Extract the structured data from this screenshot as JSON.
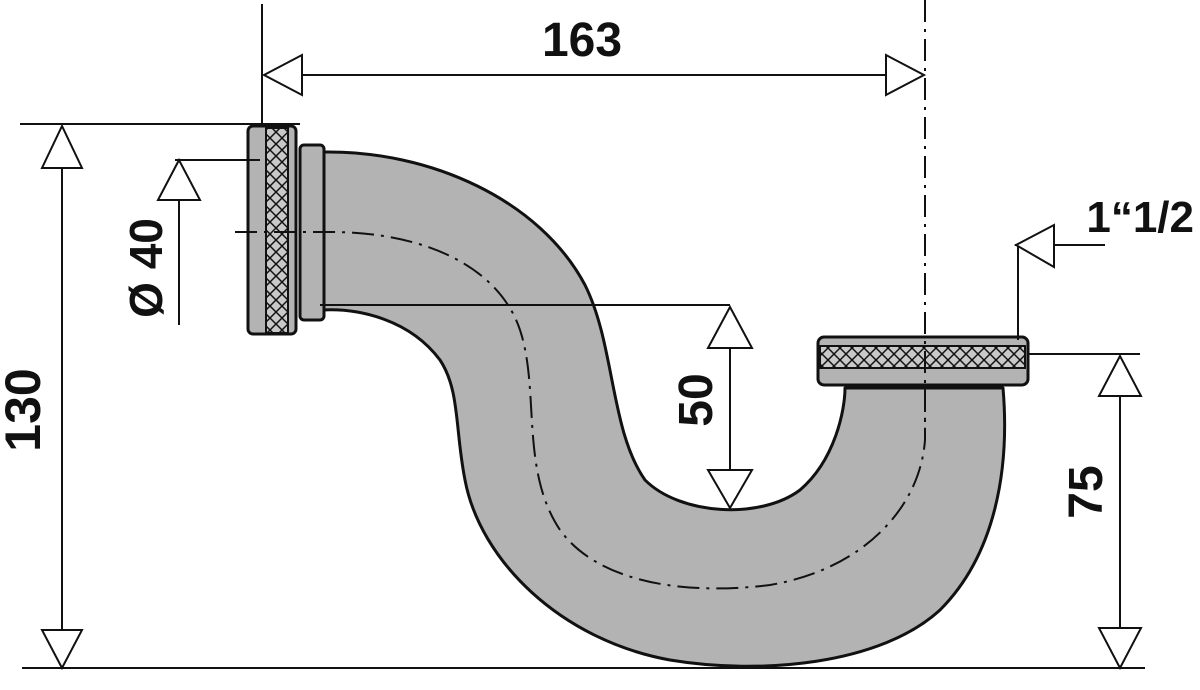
{
  "dimensions": {
    "width_163": "163",
    "height_130": "130",
    "diameter_40": "Ø 40",
    "drop_50": "50",
    "height_75": "75",
    "thread_1_1_2": "1“1/2"
  },
  "colors": {
    "pipe_fill": "#b3b3b3",
    "line": "#111111",
    "background": "#ffffff"
  }
}
